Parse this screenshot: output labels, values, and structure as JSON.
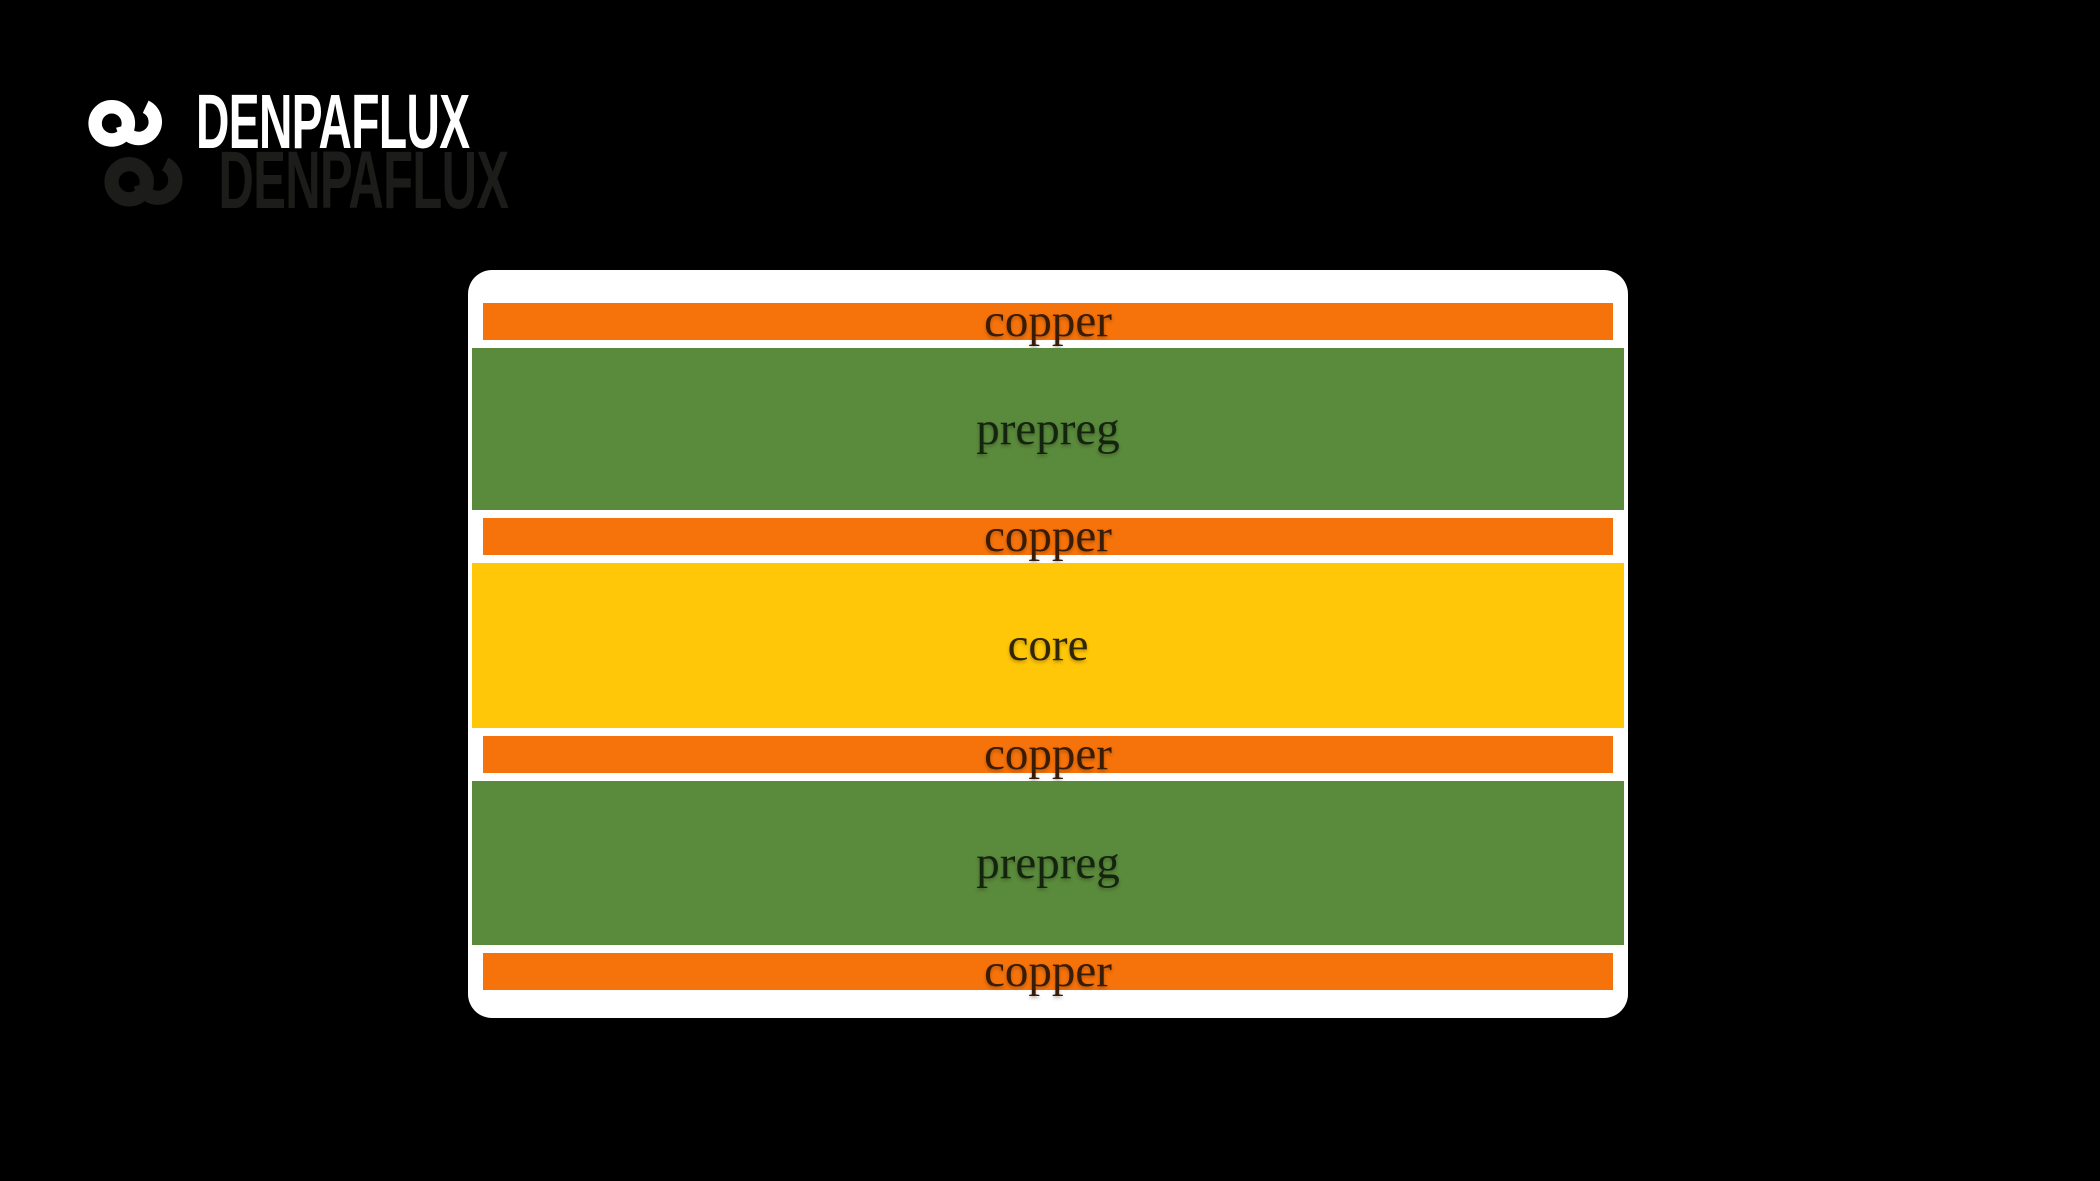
{
  "background_color": "#000000",
  "brand": {
    "name": "DENPAFLUX",
    "icon": "infinity-loops-icon",
    "logo_color": "#ffffff",
    "ghost_color": "#1c1c1a"
  },
  "diagram": {
    "card_color": "#ffffff",
    "layers": [
      {
        "label": "copper",
        "material": "copper",
        "color": "#f6720a",
        "text_color": "#391c06",
        "height": 37,
        "width": "narrow"
      },
      {
        "label": "prepreg",
        "material": "prepreg",
        "color": "#5a8a3c",
        "text_color": "#13250e",
        "height": 162,
        "width": "wide"
      },
      {
        "label": "copper",
        "material": "copper",
        "color": "#f6720a",
        "text_color": "#391c06",
        "height": 37,
        "width": "narrow"
      },
      {
        "label": "core",
        "material": "core",
        "color": "#ffc708",
        "text_color": "#322608",
        "height": 165,
        "width": "wide"
      },
      {
        "label": "copper",
        "material": "copper",
        "color": "#f6720a",
        "text_color": "#391c06",
        "height": 37,
        "width": "narrow"
      },
      {
        "label": "prepreg",
        "material": "prepreg",
        "color": "#5a8a3c",
        "text_color": "#13250e",
        "height": 164,
        "width": "wide"
      },
      {
        "label": "copper",
        "material": "copper",
        "color": "#f6720a",
        "text_color": "#391c06",
        "height": 37,
        "width": "narrow"
      }
    ]
  }
}
